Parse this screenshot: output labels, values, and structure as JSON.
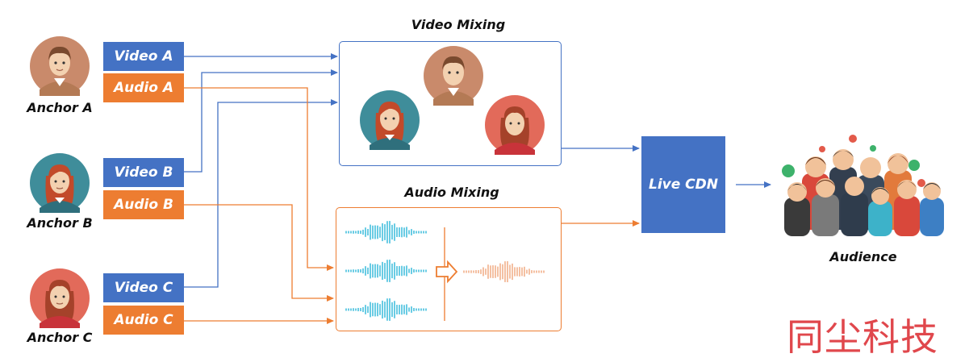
{
  "anchors": [
    {
      "name": "Anchor A",
      "video_label": "Video A",
      "audio_label": "Audio A",
      "bg": "#c98a6b",
      "skin": "#f3d1b0",
      "hair": "#7a4a2e",
      "shirt": "#b47a55"
    },
    {
      "name": "Anchor B",
      "video_label": "Video B",
      "audio_label": "Audio B",
      "bg": "#3f8d9a",
      "skin": "#f3d1b0",
      "hair": "#c24a2a",
      "shirt": "#2f6f7c"
    },
    {
      "name": "Anchor C",
      "video_label": "Video C",
      "audio_label": "Audio C",
      "bg": "#e26a5a",
      "skin": "#f3d1b0",
      "hair": "#a5422a",
      "shirt": "#c8333a"
    }
  ],
  "video_mixing": {
    "title": "Video Mixing"
  },
  "audio_mixing": {
    "title": "Audio Mixing"
  },
  "cdn": {
    "label": "Live CDN"
  },
  "audience": {
    "label": "Audience"
  },
  "watermark": "同尘科技",
  "colors": {
    "video": "#4472c4",
    "audio": "#ed7d31",
    "wave_input": "#29b6d9",
    "wave_output": "#f0a47a"
  }
}
